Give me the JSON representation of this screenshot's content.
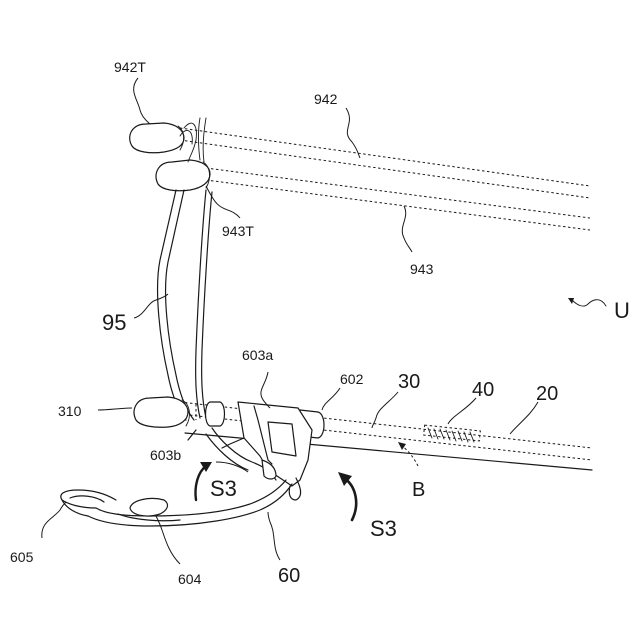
{
  "labels": {
    "l942T": "942T",
    "l942": "942",
    "l943T": "943T",
    "l943": "943",
    "lU": "U",
    "l95": "95",
    "l603a": "603a",
    "l602": "602",
    "l30": "30",
    "l40": "40",
    "l20": "20",
    "l310": "310",
    "l603b": "603b",
    "lS3left": "S3",
    "lS3right": "S3",
    "lB": "B",
    "l605": "605",
    "l604": "604",
    "l60": "60"
  }
}
